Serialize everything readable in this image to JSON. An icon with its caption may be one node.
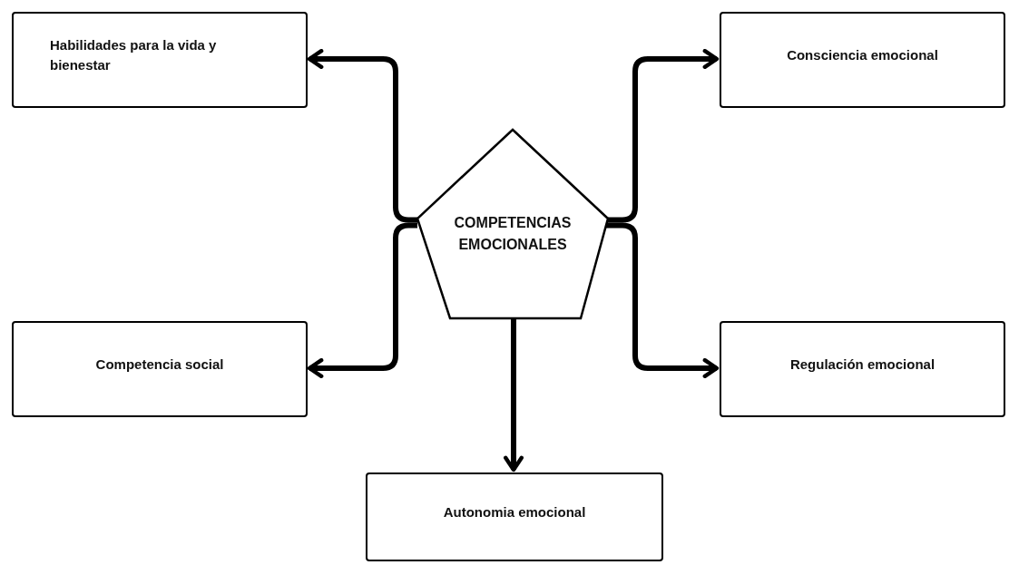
{
  "diagram": {
    "nodes": [
      {
        "text": [
          "COMPETENCIAS EMOCIONALES"
        ]
      },
      {
        "text": [
          "Habilidades para la vida y bienestar"
        ]
      },
      {
        "text": [
          "Consciencia emocional"
        ]
      },
      {
        "text": [
          "Competencia social"
        ]
      },
      {
        "text": [
          "Regulación emocional"
        ]
      },
      {
        "text": [
          "Autonomia emocional"
        ]
      }
    ],
    "edges": [
      {
        "from": 0,
        "to": 1,
        "arrow": "to"
      },
      {
        "from": 0,
        "to": 2,
        "arrow": "to"
      },
      {
        "from": 0,
        "to": 3,
        "arrow": "to"
      },
      {
        "from": 0,
        "to": 4,
        "arrow": "to"
      },
      {
        "from": 0,
        "to": 5,
        "arrow": "to"
      }
    ]
  }
}
